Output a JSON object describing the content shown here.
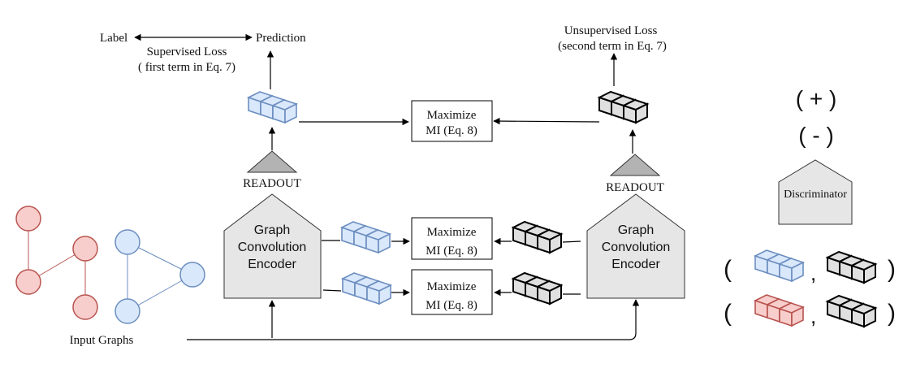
{
  "labels": {
    "label": "Label",
    "prediction": "Prediction",
    "supervised_loss_line1": "Supervised Loss",
    "supervised_loss_line2": "( first term in Eq. 7)",
    "unsupervised_loss_line1": "Unsupervised Loss",
    "unsupervised_loss_line2": "(second term in Eq. 7)",
    "readout_left": "READOUT",
    "readout_right": "READOUT",
    "encoder_left": [
      "Graph",
      "Convolution",
      "Encoder"
    ],
    "encoder_right": [
      "Graph",
      "Convolution",
      "Encoder"
    ],
    "mi_top": [
      "Maximize",
      "MI (Eq. 8)"
    ],
    "mi_mid": [
      "Maximize",
      "MI (Eq. 8)"
    ],
    "mi_bottom": [
      "Maximize",
      "MI (Eq. 8)"
    ],
    "input_graphs": "Input Graphs",
    "discriminator": "Discriminator",
    "positive": "( + )",
    "negative": "( - )",
    "paren_open": "(",
    "paren_close": ")",
    "comma": ","
  },
  "colors": {
    "blue_fill": "#dae8fc",
    "blue_stroke": "#6c8ebf",
    "red_fill": "#f8cecc",
    "red_stroke": "#b85450",
    "black_fill": "#e0e0e0",
    "black_stroke": "#000000",
    "gray_triangle": "#b3b3b3",
    "encoder_fill": "#e6e6e6"
  }
}
